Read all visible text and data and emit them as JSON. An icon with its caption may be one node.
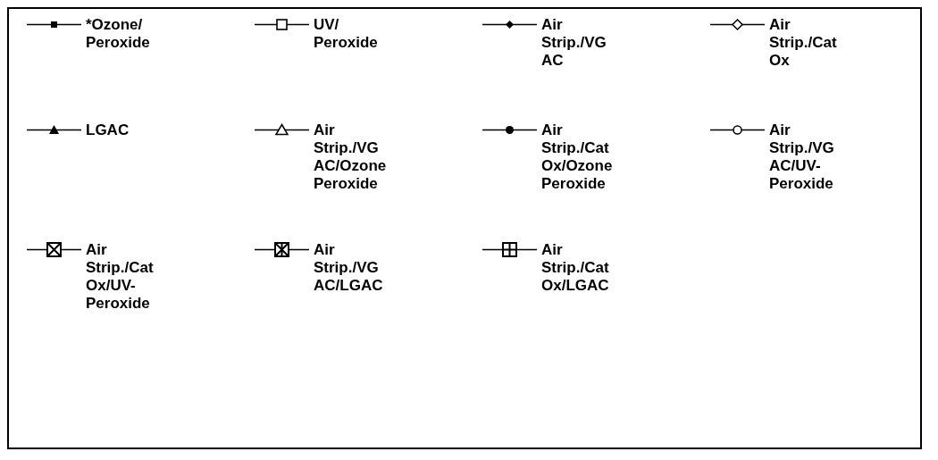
{
  "diagram": {
    "legend": [
      {
        "text": "*Ozone/ Peroxide"
      },
      {
        "text": "UV/ Peroxide"
      },
      {
        "text": "Air Strip./VG AC"
      },
      {
        "text": "Air Strip./Cat Ox"
      },
      {
        "text": "LGAC"
      },
      {
        "text": "Air Strip./VG AC/Ozone Peroxide"
      },
      {
        "text": "Air Strip./Cat Ox/Ozone Peroxide"
      },
      {
        "text": "Air Strip./VG AC/UV- Peroxide"
      },
      {
        "text": "Air Strip./Cat Ox/UV- Peroxide"
      },
      {
        "text": "Air Strip./VG AC/LGAC"
      },
      {
        "text": "Air Strip./Cat Ox/LGAC"
      }
    ]
  }
}
